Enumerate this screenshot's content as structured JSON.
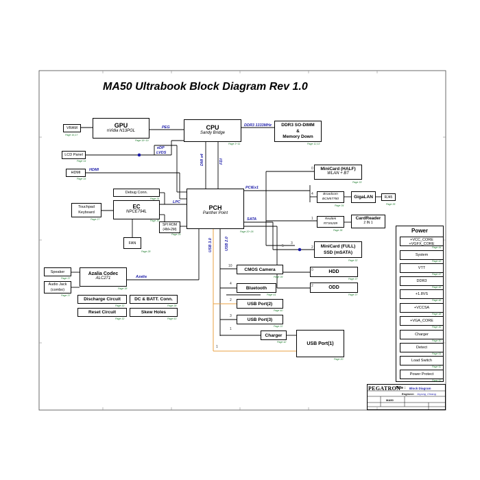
{
  "title": "MA50 Ultrabook Block Diagram Rev 1.0",
  "blocks": {
    "vram": "VRAM",
    "gpu": {
      "title": "GPU",
      "sub": "nVidia N13PGL"
    },
    "cpu": {
      "title": "CPU",
      "sub": "Sandy Bridge"
    },
    "ddr3": {
      "line1": "DDR3 SO-DIMM",
      "line2": "&",
      "line3": "Memory Down"
    },
    "lcd": "LCD Panel",
    "hdmi": "HDMI",
    "debug": "Debug Conn.",
    "touchpad": {
      "line1": "Touchpad",
      "line2": "Keyboard"
    },
    "ec": {
      "title": "EC",
      "sub": "NPCE794L"
    },
    "spirom": {
      "line1": "SPI ROM",
      "line2": "(4M+2M)"
    },
    "fan": "FAN",
    "pch": {
      "title": "PCH",
      "sub": "Panther Point"
    },
    "minicard_half": {
      "title": "MiniCard (HALF)",
      "sub": "WLAN + BT"
    },
    "broadcom": {
      "line1": "Broadcom",
      "line2": "BCM57780"
    },
    "gigalan": "GigaLAN",
    "rj45": "RJ45",
    "realtek": {
      "line1": "Realtek",
      "line2": "RTS5209"
    },
    "cardreader": {
      "title": "CardReader",
      "sub": "2 IN 1"
    },
    "minicard_full": {
      "line1": "MiniCard (FULL)",
      "line2": "SSD (mSATA)"
    },
    "hdd": "HDD",
    "odd": "ODD",
    "speaker": "Speaker",
    "audiojack": {
      "line1": "Audio Jack",
      "line2": "(combo)"
    },
    "azalia": {
      "title": "Azalia Codec",
      "sub": "ALC271"
    },
    "cmos": "CMOS Camera",
    "bluetooth": "Bluetooth",
    "usb2": "USB Port(2)",
    "usb3": "USB Port(3)",
    "charger": "Charger",
    "usb1": "USB Port(1)",
    "discharge": "Discharge Circuit",
    "dcbatt": "DC & BATT. Conn.",
    "reset": "Reset Circuit",
    "skew": "Skew Holes"
  },
  "buses": {
    "peg": "PEG",
    "ddr3": "DDR3  1333MHz",
    "edp": "eDP",
    "lvds": "LVDS",
    "hdmi": "HDMI",
    "dmi": "DMI x4",
    "fdi": "FDI",
    "lpc": "LPC",
    "pciex1": "PCIEx1",
    "sata": "SATA",
    "usb30": "USB 3.0",
    "usb20": "USB 2.0",
    "azalia": "Azalia"
  },
  "page_refs": {
    "vram": "Page 16,17",
    "gpu": "Page 18~19",
    "cpu": "Page 3~11",
    "ddr3": "Page 12,13",
    "lcd": "Page 14",
    "hdmi": "Page 15",
    "debug": "Page 31",
    "touchpad": "Page 27",
    "ec": "Page 30",
    "spirom": "Page 29",
    "fan": "Page 28",
    "pch": "Page 20~26",
    "minicard_half": "Page 33",
    "broadcom": "Page 34",
    "rj45": "Page 35",
    "cardreader": "Page 36",
    "minicard_full": "Page 32",
    "hdd": "Page 37",
    "odd": "Page 37",
    "speaker": "Page 37",
    "audiojack": "Page 37",
    "azalia": "Page 38",
    "cmos": "Page 39",
    "bluetooth": "Page 41",
    "usb2": "Page 40",
    "usb3": "Page 22",
    "charger": "Page 42",
    "usb1": "Page 20",
    "discharge": "Page 32",
    "dcbatt": "Page 38",
    "reset": "Page 32",
    "skew": "Page 63"
  },
  "port_numbers": {
    "p0": "0",
    "p1": "1",
    "p2": "2",
    "p3": "3",
    "p4": "4",
    "p5": "5",
    "p0b": "0",
    "p2b": "2",
    "p10": "10",
    "p4b": "4",
    "p2c": "2",
    "p3b": "3",
    "p1b": "1",
    "p1c": "1"
  },
  "power": {
    "title": "Power",
    "items": [
      "+VCC_CORE\n+VGFX_CORE",
      "System",
      "VTT",
      "DDR3",
      "+1.8VS",
      "+VCCSA",
      "+VGA_CORE",
      "Charger",
      "Detect",
      "Load Switch",
      "Power Protect"
    ],
    "pages": [
      "Page 44",
      "Page 43",
      "Page 47",
      "Page 45",
      "Page 46",
      "Page 48",
      "Page 49",
      "Page 50",
      "Page 51",
      "Page 52",
      "Page 53"
    ]
  },
  "title_block": {
    "company": "PEGATRON",
    "title_label": "Title :",
    "title_value": "Block Diagram",
    "engineer_label": "Engineer:",
    "engineer_value": "Joyong_Chiang",
    "project_value": "MA50"
  },
  "colors": {
    "bus_text": "#1a1aa8",
    "page_ref": "#1a7a2a",
    "usb3_line": "#e8a040",
    "line": "#000000"
  }
}
